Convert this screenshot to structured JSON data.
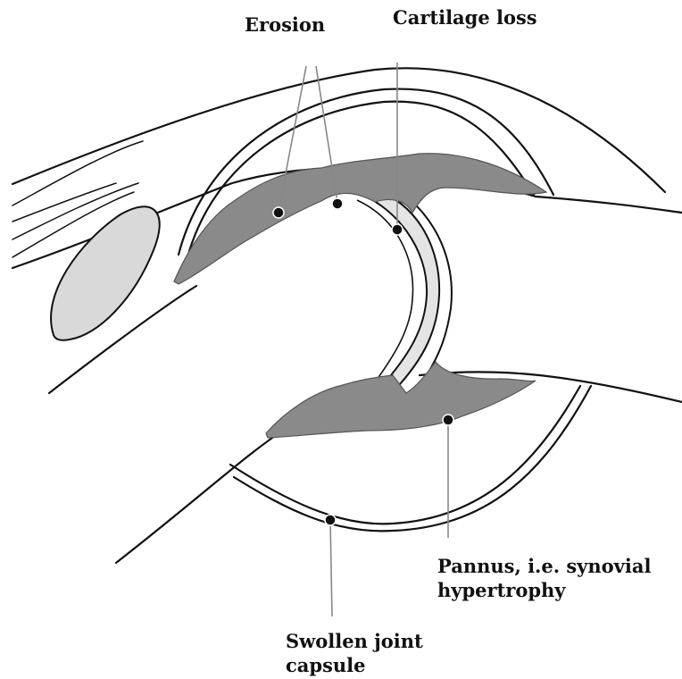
{
  "labels": {
    "erosion": "Erosion",
    "cartilage_loss": "Cartilage loss",
    "pannus_line1": "Pannus, i.e. synovial",
    "pannus_line2": "hypertrophy",
    "capsule_line1": "Swollen joint",
    "capsule_line2": "capsule"
  },
  "colors": {
    "outline": "#111111",
    "pannus_fill": "#8a8a8a",
    "bursa_fill": "#d9d9d9",
    "cartilage_fill": "#e4e4e4",
    "leader": "#888888"
  }
}
